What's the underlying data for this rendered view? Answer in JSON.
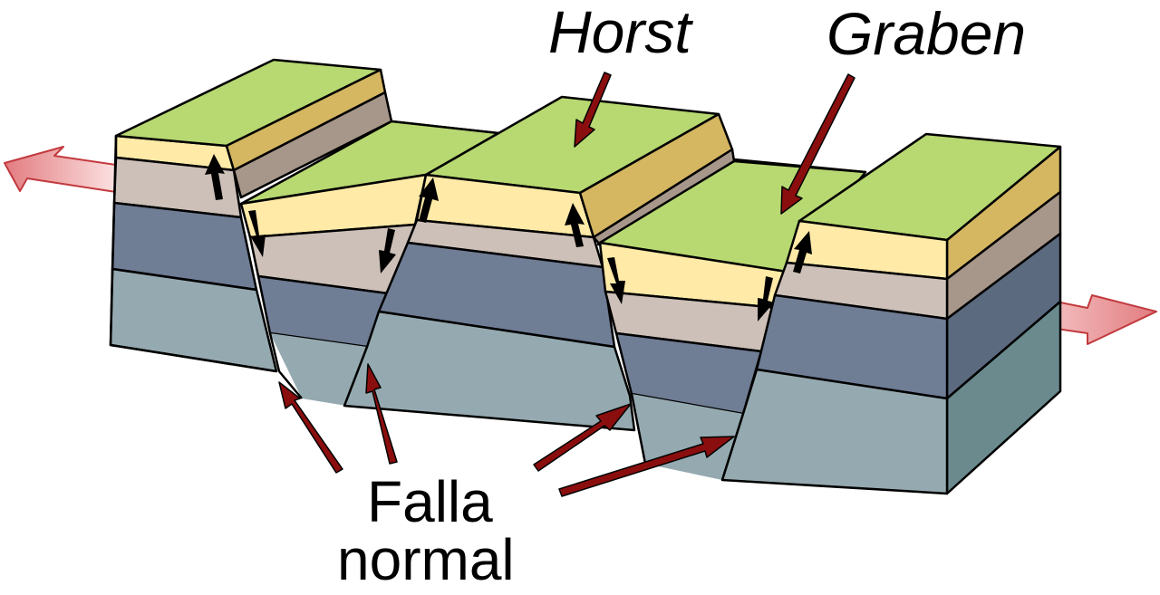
{
  "labels": {
    "horst": "Horst",
    "graben": "Graben",
    "fault_line1": "Falla",
    "fault_line2": "normal"
  },
  "colors": {
    "topsoil": "#b8d871",
    "yellow_layer": "#ffeaa7",
    "yellow_side": "#d5b661",
    "beige_layer": "#cdc0b8",
    "beige_side": "#a7978a",
    "slate_layer": "#6f7d95",
    "slate_side": "#5b6a7f",
    "teal_layer": "#95aab0",
    "teal_side": "#6a8a8e",
    "pointer_arrow": "#8b0e0e",
    "extension_arrow": "#e7888a",
    "motion_arrow": "#000000"
  },
  "icons": {
    "extension": "double-outward-arrow",
    "fault_motion": "small-black-arrow",
    "pointer": "dark-red-pointer-arrow"
  }
}
